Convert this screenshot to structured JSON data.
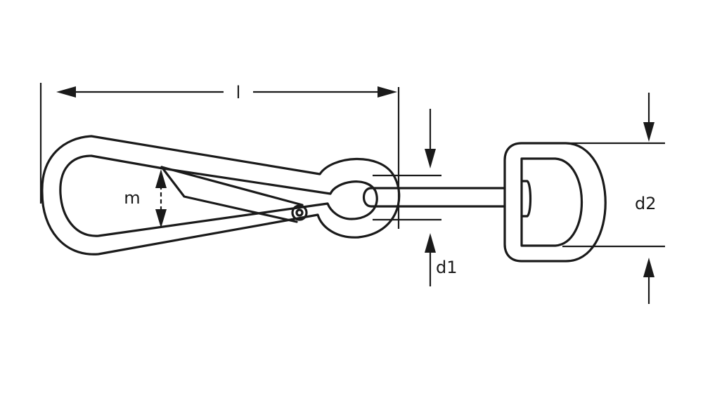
{
  "diagram": {
    "labels": {
      "length": "l",
      "opening": "m",
      "eye_diameter": "d1",
      "swivel_diameter": "d2"
    },
    "colors": {
      "line": "#1a1a1a",
      "background": "#ffffff"
    }
  }
}
